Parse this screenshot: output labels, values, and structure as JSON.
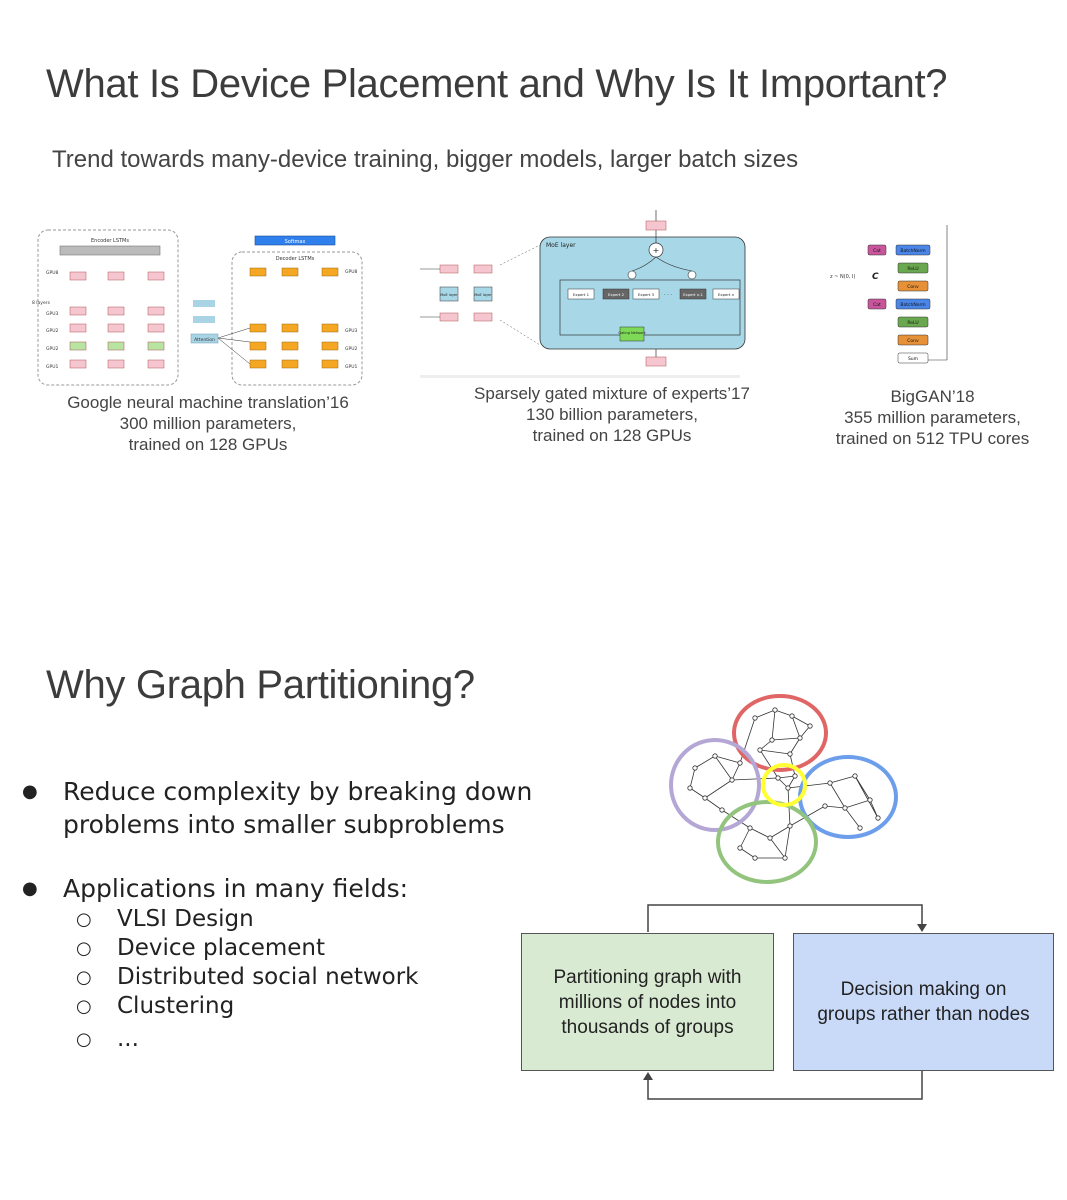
{
  "slide1": {
    "title": "What Is Device Placement and Why Is It Important?",
    "subtitle": "Trend towards many-device training, bigger models, larger batch sizes",
    "figures": [
      {
        "caption_lines": [
          "Google neural machine translation’16",
          "300 million parameters,",
          "trained on 128 GPUs"
        ],
        "labels": {
          "encoder": "Encoder LSTMs",
          "decoder": "Decoder LSTMs",
          "softmax": "Softmax",
          "attention": "Attention",
          "layers": "8 layers",
          "gpus_left": [
            "GPU8",
            "GPU3",
            "GPU2",
            "GPU2",
            "GPU1"
          ],
          "gpus_right": [
            "GPU8",
            "GPU3",
            "GPU2",
            "GPU1"
          ]
        }
      },
      {
        "caption_lines": [
          "Sparsely gated mixture of experts’17",
          "130 billion parameters,",
          "trained on 128 GPUs"
        ],
        "labels": {
          "moe_layer": "MoE layer",
          "moe_small": "MoE layer",
          "experts": [
            "Expert 1",
            "Expert 2",
            "Expert 3",
            "Expert n-1",
            "Expert n"
          ],
          "gating": "Gating Network",
          "dots": "· · ·"
        }
      },
      {
        "caption_lines": [
          "BigGAN’18",
          "355 million parameters,",
          "trained on 512 TPU cores"
        ],
        "labels": {
          "z": "z ~ N(0, I)",
          "c": "C",
          "blocks": [
            "Cat",
            "BatchNorm",
            "ReLU",
            "Conv",
            "Cat",
            "BatchNorm",
            "ReLU",
            "Conv",
            "Sum"
          ]
        }
      }
    ]
  },
  "slide2": {
    "title": "Why Graph Partitioning?",
    "bullets": [
      {
        "text_lines": [
          "Reduce complexity by breaking down",
          "problems into smaller subproblems"
        ],
        "marker": "●"
      },
      {
        "text_lines": [
          "Applications in many fields:"
        ],
        "marker": "●",
        "sub": [
          "VLSI Design",
          "Device placement",
          "Distributed social network",
          "Clustering",
          "..."
        ],
        "sub_marker": "○"
      }
    ],
    "flow": {
      "left_box_lines": [
        "Partitioning graph with",
        "millions of nodes into",
        "thousands of groups"
      ],
      "right_box_lines": [
        "Decision making on",
        "groups rather than nodes"
      ],
      "left_color": "#d9ead3",
      "right_color": "#c9daf8"
    },
    "cluster_colors": [
      "#e06666",
      "#b4a7d6",
      "#6d9eeb",
      "#93c47d",
      "#ffff33"
    ]
  }
}
